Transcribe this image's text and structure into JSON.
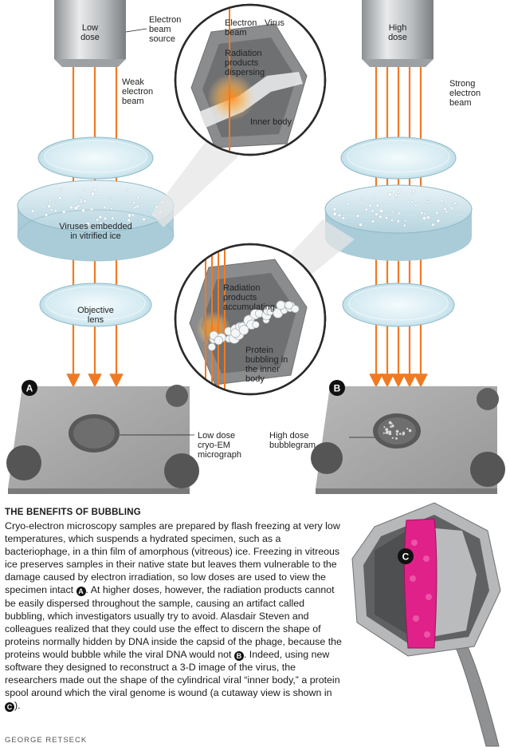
{
  "labels": {
    "low_dose": [
      "Low",
      "dose"
    ],
    "high_dose": [
      "High",
      "dose"
    ],
    "electron_beam_source": [
      "Electron",
      "beam",
      "source"
    ],
    "weak_beam": [
      "Weak",
      "electron",
      "beam"
    ],
    "strong_beam": [
      "Strong",
      "electron",
      "beam"
    ],
    "inset_top_beam": [
      "Electron",
      "beam"
    ],
    "inset_top_virus": "Virus",
    "inset_top_radiation": [
      "Radiation",
      "products",
      "dispersing"
    ],
    "inset_top_inner_body": "Inner body",
    "viruses_ice": [
      "Viruses embedded",
      "in vitrified ice"
    ],
    "objective_lens": [
      "Objective",
      "lens"
    ],
    "inset_bottom_radiation": [
      "Radiation",
      "products",
      "accumulating"
    ],
    "inset_bottom_protein": [
      "Protein",
      "bubbling in",
      "the inner",
      "body"
    ],
    "marker_a": "A",
    "marker_b": "B",
    "marker_c": "C",
    "micrograph_low": [
      "Low dose",
      "cryo-EM",
      "micrograph"
    ],
    "micrograph_high": [
      "High dose",
      "bubblegram"
    ]
  },
  "caption": {
    "title": "THE BENEFITS OF BUBBLING",
    "part1": "Cryo-electron microscopy samples are prepared by flash freezing at very low temperatures, which suspends a hydrated specimen, such as a bacteriophage, in a thin film of amorphous (vitreous) ice. Freezing in vitreous ice preserves samples in their native state but leaves them vulnerable to the damage caused by electron irradiation, so low doses are used to view the specimen intact ",
    "part2": ". At higher doses, however, the radiation products cannot be easily dispersed throughout the sample, causing an artifact called bubbling, which investigators usually try to avoid. Alasdair Steven and colleagues realized that they could use the effect to discern the shape of proteins normally hidden by DNA inside the capsid of the phage, because the proteins would bubble while the viral DNA would not ",
    "part3": ". Indeed, using new software they designed to reconstruct a 3-D image of the virus, the researchers made out the shape of the cylindrical viral “inner body,” a protein spool around which the viral genome is wound (a cutaway view is shown in ",
    "part4": ")."
  },
  "credit": "GEORGE RETSECK",
  "colors": {
    "beam": "#f07a22",
    "lens": "#d7ecf2",
    "virus_shell": "#8a8c8e",
    "inner_body": "#e0218a",
    "micrograph": "#a9a9a9"
  },
  "icons": [
    "electron-gun-icon",
    "lens-icon",
    "virus-icon",
    "bubble-icon"
  ]
}
